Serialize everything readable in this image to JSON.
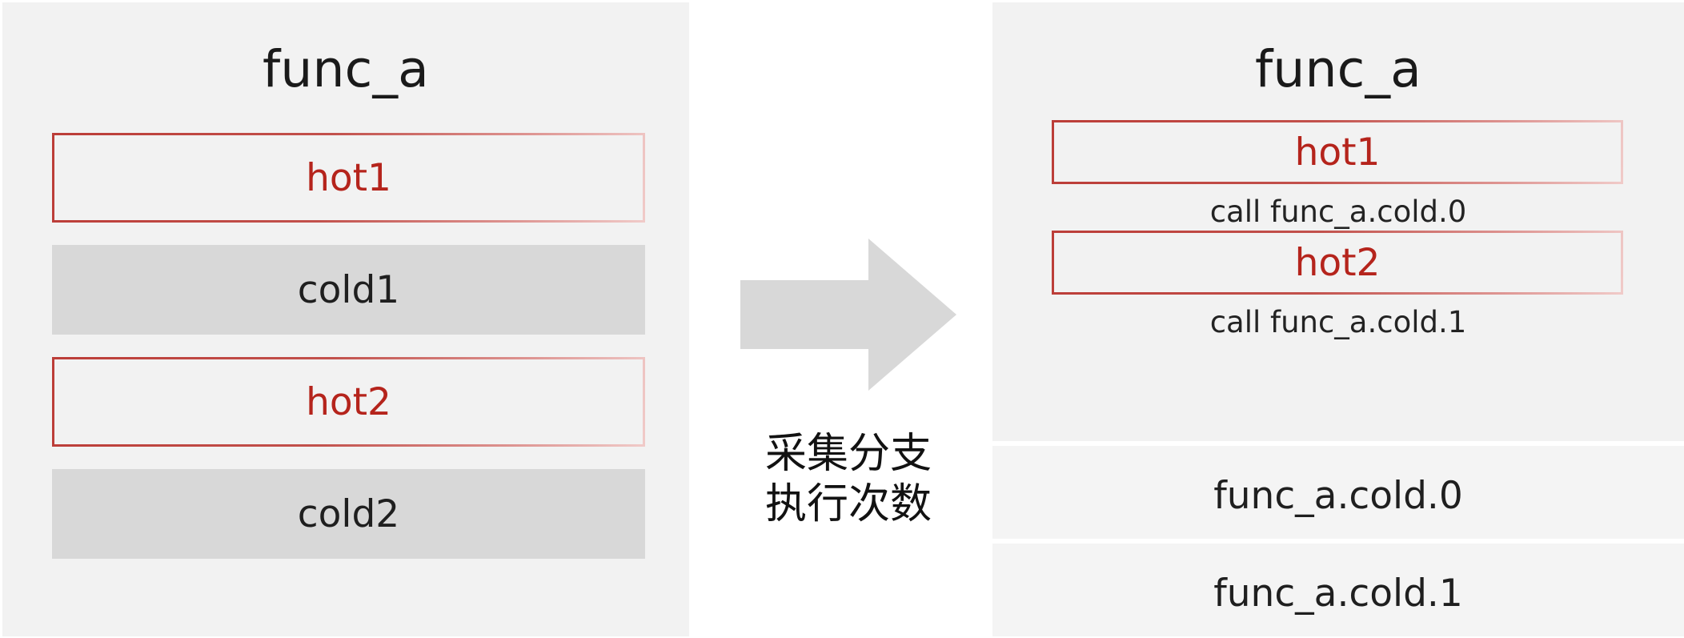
{
  "diagram": {
    "colors": {
      "panel_bg": "#F2F2F2",
      "panel_bg_light": "#F4F4F4",
      "cold_block_bg": "#D8D8D8",
      "hot_text": "#B5241C",
      "hot_border": "#C0443F",
      "arrow_fill": "#D8D8D8",
      "text": "#1F1F1F",
      "page_bg": "#FFFFFF"
    },
    "before": {
      "title": "func_a",
      "blocks": [
        {
          "label": "hot1",
          "kind": "hot"
        },
        {
          "label": "cold1",
          "kind": "cold"
        },
        {
          "label": "hot2",
          "kind": "hot"
        },
        {
          "label": "cold2",
          "kind": "cold"
        }
      ]
    },
    "transition": {
      "arrow_icon": "right-arrow-icon",
      "caption_line1": "采集分支",
      "caption_line2": "执行次数",
      "caption_full": "采集分支执行次数"
    },
    "after": {
      "main": {
        "title": "func_a",
        "blocks": [
          {
            "label": "hot1",
            "kind": "hot"
          },
          {
            "label": "hot2",
            "kind": "hot"
          }
        ],
        "calls": [
          {
            "label": "call func_a.cold.0"
          },
          {
            "label": "call func_a.cold.1"
          }
        ]
      },
      "outlined_sections": [
        {
          "label": "func_a.cold.0"
        },
        {
          "label": "func_a.cold.1"
        }
      ]
    }
  }
}
